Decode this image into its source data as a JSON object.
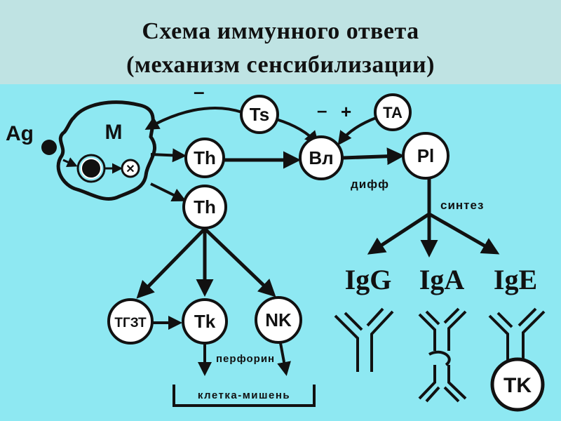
{
  "title": {
    "line1": "Схема иммунного ответа",
    "line2": "(механизм сенсибилизации)"
  },
  "diagram": {
    "antigen": "Ag",
    "macrophage": "M",
    "nodes": {
      "ts": "Ts",
      "ta": "TA",
      "th_top": "Th",
      "b": "Bл",
      "pl": "Pl",
      "th_bottom": "Th",
      "trzt": "TГЗТ",
      "tk": "Tk",
      "nk": "NK",
      "tk_bottom": "TK"
    },
    "signs": {
      "minus_top": "–",
      "minus_mid": "–",
      "plus": "+"
    },
    "labels": {
      "diff": "дифф",
      "synthesis": "синтез",
      "perforin": "перфорин",
      "target_cell": "клетка-мишень"
    },
    "antibodies": [
      "IgG",
      "IgA",
      "IgE"
    ]
  }
}
